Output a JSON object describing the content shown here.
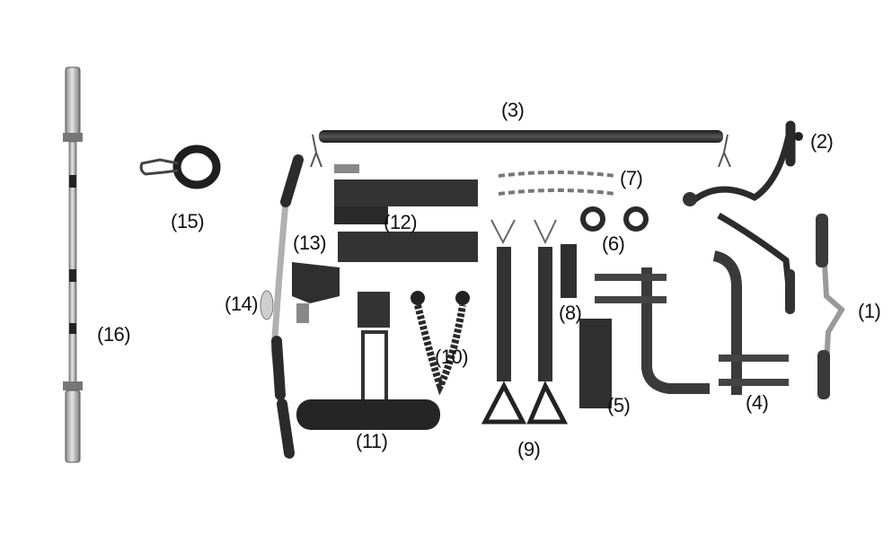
{
  "parts": [
    {
      "label": "(1)",
      "part": "curved-bar"
    },
    {
      "label": "(2)",
      "part": "lat-pulldown-bar"
    },
    {
      "label": "(3)",
      "part": "straight-bar"
    },
    {
      "label": "(4)",
      "part": "leg-attachment-frame"
    },
    {
      "label": "(5)",
      "part": "bracket"
    },
    {
      "label": "(6)",
      "part": "collar-clips"
    },
    {
      "label": "(7)",
      "part": "chains"
    },
    {
      "label": "(8)",
      "part": "small-bracket"
    },
    {
      "label": "(9)",
      "part": "straps-with-handles"
    },
    {
      "label": "(10)",
      "part": "tricep-rope"
    },
    {
      "label": "(11)",
      "part": "leg-roller"
    },
    {
      "label": "(12)",
      "part": "sleeve-holders"
    },
    {
      "label": "(13)",
      "part": "mount-bracket"
    },
    {
      "label": "(14)",
      "part": "ez-bar"
    },
    {
      "label": "(15)",
      "part": "ankle-strap"
    },
    {
      "label": "(16)",
      "part": "olympic-barbell"
    }
  ],
  "colors": {
    "metal_dark": "#2e2e2e",
    "chrome": "#b8b8b8",
    "label": "#111111",
    "background": "#ffffff"
  }
}
